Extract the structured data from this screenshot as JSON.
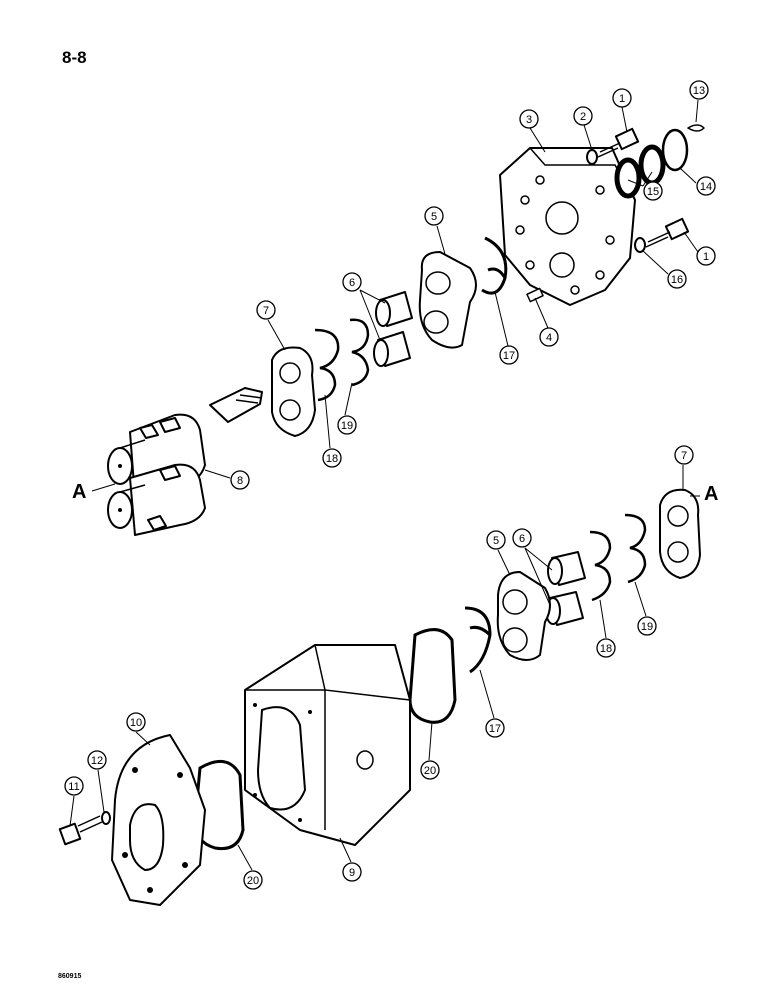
{
  "page_number": "8-8",
  "figure_code": "860915",
  "reference_letter": "A",
  "callouts": [
    "1",
    "2",
    "3",
    "13",
    "14",
    "15",
    "1",
    "16",
    "5",
    "4",
    "17",
    "6",
    "7",
    "18",
    "19",
    "8",
    "7",
    "5",
    "6",
    "18",
    "19",
    "17",
    "10",
    "12",
    "11",
    "20",
    "20",
    "9"
  ]
}
